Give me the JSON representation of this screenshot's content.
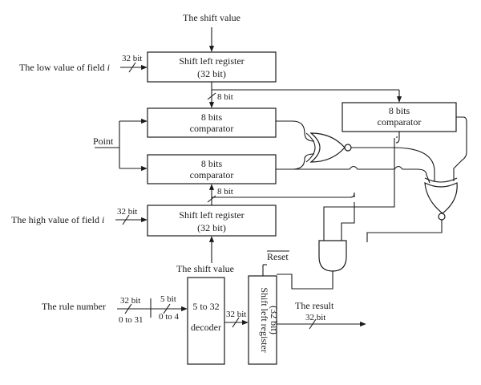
{
  "inputs": {
    "shift_value_top": "The shift value",
    "low_value_prefix": "The low value of field ",
    "low_value_var": "i",
    "high_value_prefix": "The high value of field ",
    "high_value_var": "i",
    "point": "Point",
    "rule_number": "The rule number",
    "shift_value_bottom": "The shift value"
  },
  "bus_labels": {
    "low_32": "32 bit",
    "high_32": "32 bit",
    "top_8": "8 bit",
    "mid_8": "8 bit",
    "rule_32": "32 bit",
    "rule_range": "0 to 31",
    "dec_5": "5 bit",
    "dec_range": "0 to 4",
    "dec_out_32": "32 bit",
    "result_32": "32 bit"
  },
  "blocks": {
    "shift_reg_top": {
      "line1": "Shift left register",
      "line2": "(32 bit)"
    },
    "comp_top": {
      "line1": "8 bits",
      "line2": "comparator"
    },
    "comp_bottom": {
      "line1": "8 bits",
      "line2": "comparator"
    },
    "comp_right": {
      "line1": "8 bits",
      "line2": "comparator"
    },
    "shift_reg_bottom": {
      "line1": "Shift left register",
      "line2": "(32 bit)"
    },
    "decoder": {
      "line1": "5 to 32",
      "line2": "decoder"
    },
    "shift_reg_result": {
      "line1": "Shift left register",
      "line2": "(32 bit)"
    }
  },
  "signals": {
    "reset": "Reset",
    "result": "The result"
  }
}
